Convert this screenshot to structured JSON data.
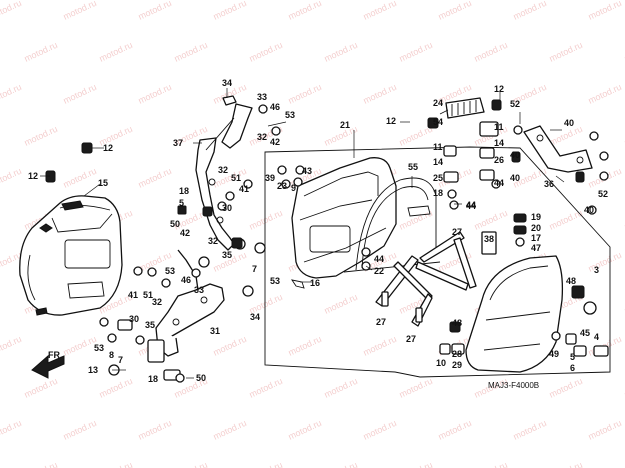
{
  "diagram": {
    "code": "MAJ3-F4000B",
    "watermark": "motod.ru",
    "direction_label": "FR.",
    "accent_color": "#111111",
    "watermark_color": "#cc1d1d"
  },
  "callouts": [
    {
      "key": "c34a",
      "text": "34"
    },
    {
      "key": "c33a",
      "text": "33"
    },
    {
      "key": "c46a",
      "text": "46"
    },
    {
      "key": "c53a",
      "text": "53"
    },
    {
      "key": "c32a",
      "text": "32"
    },
    {
      "key": "c42a",
      "text": "42"
    },
    {
      "key": "c37",
      "text": "37"
    },
    {
      "key": "c12a",
      "text": "12"
    },
    {
      "key": "c12b",
      "text": "12"
    },
    {
      "key": "c15",
      "text": "15"
    },
    {
      "key": "c21",
      "text": "21"
    },
    {
      "key": "c12c",
      "text": "12"
    },
    {
      "key": "c24",
      "text": "24"
    },
    {
      "key": "c12d",
      "text": "12"
    },
    {
      "key": "c54",
      "text": "54"
    },
    {
      "key": "c52a",
      "text": "52"
    },
    {
      "key": "c40a",
      "text": "40"
    },
    {
      "key": "c11a",
      "text": "11"
    },
    {
      "key": "c14a",
      "text": "14"
    },
    {
      "key": "c11b",
      "text": "11"
    },
    {
      "key": "c14b",
      "text": "14"
    },
    {
      "key": "c25",
      "text": "25"
    },
    {
      "key": "c26",
      "text": "26"
    },
    {
      "key": "c18a",
      "text": "18"
    },
    {
      "key": "c44a",
      "text": "44"
    },
    {
      "key": "c40b",
      "text": "40"
    },
    {
      "key": "c44b",
      "text": "44"
    },
    {
      "key": "c40c",
      "text": "40"
    },
    {
      "key": "c40d",
      "text": "40"
    },
    {
      "key": "c36",
      "text": "36"
    },
    {
      "key": "c52b",
      "text": "52"
    },
    {
      "key": "c55",
      "text": "55"
    },
    {
      "key": "c32b",
      "text": "32"
    },
    {
      "key": "c51",
      "text": "51"
    },
    {
      "key": "c41a",
      "text": "41"
    },
    {
      "key": "c39",
      "text": "39"
    },
    {
      "key": "c23",
      "text": "23"
    },
    {
      "key": "c9",
      "text": "9"
    },
    {
      "key": "c43",
      "text": "43"
    },
    {
      "key": "c18b",
      "text": "18"
    },
    {
      "key": "c5a",
      "text": "5"
    },
    {
      "key": "c50a",
      "text": "50"
    },
    {
      "key": "c42b",
      "text": "42"
    },
    {
      "key": "c30a",
      "text": "30"
    },
    {
      "key": "c32c",
      "text": "32"
    },
    {
      "key": "c35a",
      "text": "35"
    },
    {
      "key": "c7a",
      "text": "7"
    },
    {
      "key": "c53b",
      "text": "53"
    },
    {
      "key": "c53c",
      "text": "53"
    },
    {
      "key": "c46b",
      "text": "46"
    },
    {
      "key": "c41b",
      "text": "41"
    },
    {
      "key": "c51b",
      "text": "51"
    },
    {
      "key": "c32d",
      "text": "32"
    },
    {
      "key": "c33b",
      "text": "33"
    },
    {
      "key": "c16",
      "text": "16"
    },
    {
      "key": "c34b",
      "text": "34"
    },
    {
      "key": "c31",
      "text": "31"
    },
    {
      "key": "c53d",
      "text": "53"
    },
    {
      "key": "c30b",
      "text": "30"
    },
    {
      "key": "c35b",
      "text": "35"
    },
    {
      "key": "c8",
      "text": "8"
    },
    {
      "key": "c7b",
      "text": "7"
    },
    {
      "key": "c13",
      "text": "13"
    },
    {
      "key": "c18c",
      "text": "18"
    },
    {
      "key": "c50b",
      "text": "50"
    },
    {
      "key": "c22",
      "text": "22"
    },
    {
      "key": "c44c",
      "text": "44"
    },
    {
      "key": "c44d",
      "text": "44"
    },
    {
      "key": "c27a",
      "text": "27"
    },
    {
      "key": "c27b",
      "text": "27"
    },
    {
      "key": "c27c",
      "text": "27"
    },
    {
      "key": "c38",
      "text": "38"
    },
    {
      "key": "c19",
      "text": "19"
    },
    {
      "key": "c20",
      "text": "20"
    },
    {
      "key": "c17",
      "text": "17"
    },
    {
      "key": "c47",
      "text": "47"
    },
    {
      "key": "c48a",
      "text": "48"
    },
    {
      "key": "c3",
      "text": "3"
    },
    {
      "key": "c28",
      "text": "28"
    },
    {
      "key": "c29",
      "text": "29"
    },
    {
      "key": "c10",
      "text": "10"
    },
    {
      "key": "c48b",
      "text": "48"
    },
    {
      "key": "c45",
      "text": "45"
    },
    {
      "key": "c4",
      "text": "4"
    },
    {
      "key": "c49",
      "text": "49"
    },
    {
      "key": "c5b",
      "text": "5"
    },
    {
      "key": "c6",
      "text": "6"
    }
  ]
}
